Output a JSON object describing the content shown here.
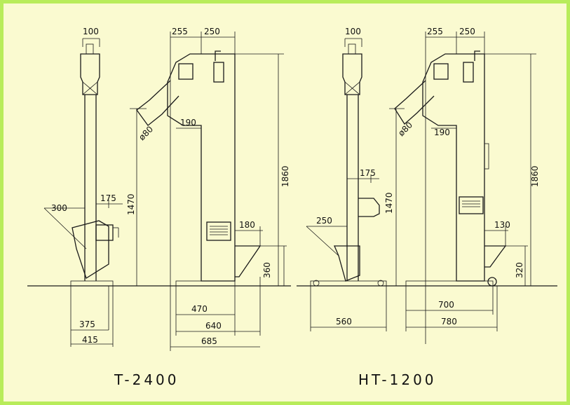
{
  "models": [
    {
      "name": "T-2400",
      "dims": {
        "col_w": "100",
        "left": "255",
        "right": "250",
        "diam": "ø80",
        "duct": "190",
        "height": "1860",
        "nozzle": "1470",
        "side_w": "175",
        "sink_side": "300",
        "sink_front": "180",
        "sink_h": "360",
        "base1": "375",
        "base2": "415",
        "base3": "470",
        "base4": "640",
        "base5": "685"
      }
    },
    {
      "name": "HT-1200",
      "dims": {
        "col_w": "100",
        "left": "255",
        "right": "250",
        "diam": "ø80",
        "duct": "190",
        "height": "1860",
        "nozzle": "1470",
        "side_w": "175",
        "sink_side": "250",
        "sink_front": "130",
        "sink_h": "320",
        "base1": "560",
        "base2": "700",
        "base3": "780"
      }
    }
  ],
  "colors": {
    "border": "#b8ec5a",
    "background": "#fafad0",
    "ink": "#1a1a1a"
  }
}
